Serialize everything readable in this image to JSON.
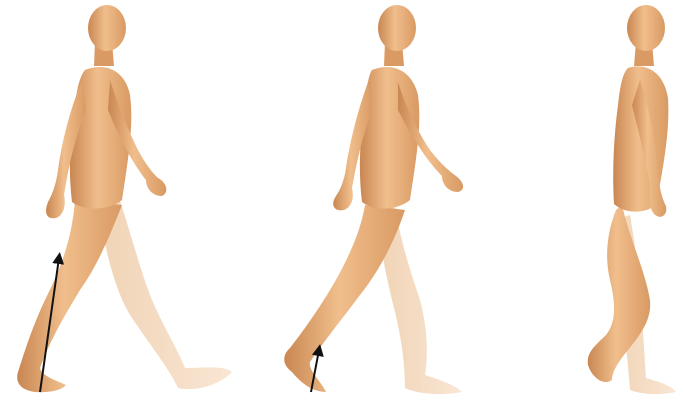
{
  "scene": {
    "description_free": true,
    "figure_count": 3,
    "colors": {
      "background": "#ffffff",
      "skin_light": "#f3c79a",
      "skin_mid": "#e0a36c",
      "skin_dark": "#b9784a",
      "ghost_leg": "#f6dcc2",
      "force_arrow": "#111111"
    },
    "figures": [
      {
        "id": "figure-1",
        "pose": "heel-strike",
        "force_arrow": true
      },
      {
        "id": "figure-2",
        "pose": "toe-off",
        "force_arrow": true
      },
      {
        "id": "figure-3",
        "pose": "mid-stance",
        "force_arrow": false
      }
    ]
  }
}
